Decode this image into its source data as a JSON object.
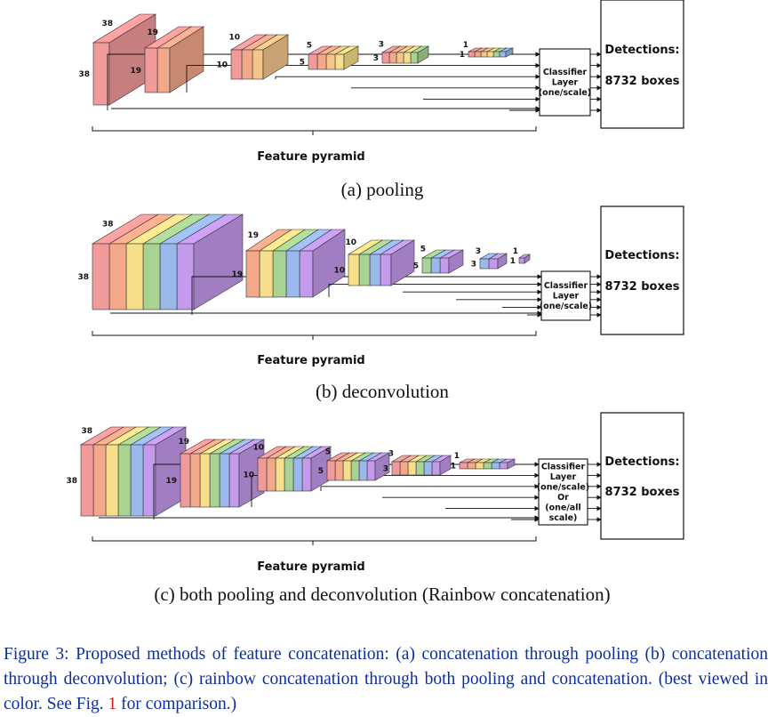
{
  "panels": [
    {
      "id": "a",
      "caption": "(a) pooling",
      "pyramid_label": "Feature pyramid",
      "classifier": [
        "Classifier",
        "Layer",
        "(one/scale)"
      ],
      "detections_title": "Detections:",
      "detections_count": "8732 boxes",
      "blocks": [
        {
          "size": "38",
          "colors": [
            "#f19a9a"
          ]
        },
        {
          "size": "19",
          "colors": [
            "#f19a9a",
            "#f3a88a"
          ]
        },
        {
          "size": "10",
          "colors": [
            "#f19a9a",
            "#f3a88a",
            "#f6c58a"
          ]
        },
        {
          "size": "5",
          "colors": [
            "#f19a9a",
            "#f3a88a",
            "#f6c58a",
            "#f7de8a"
          ]
        },
        {
          "size": "3",
          "colors": [
            "#f19a9a",
            "#f3a88a",
            "#f6c58a",
            "#f7de8a",
            "#a9d393"
          ]
        },
        {
          "size": "1",
          "colors": [
            "#f19a9a",
            "#f3a88a",
            "#f6c58a",
            "#f7de8a",
            "#a9d393",
            "#9ab8ec"
          ]
        }
      ]
    },
    {
      "id": "b",
      "caption": "(b) deconvolution",
      "pyramid_label": "Feature pyramid",
      "classifier": [
        "Classifier",
        "Layer",
        "(one/scale)"
      ],
      "detections_title": "Detections:",
      "detections_count": "8732 boxes",
      "blocks": [
        {
          "size": "38",
          "colors": [
            "#f19a9a",
            "#f3a88a",
            "#f7de8a",
            "#a9d393",
            "#9ab8ec",
            "#c49aec"
          ]
        },
        {
          "size": "19",
          "colors": [
            "#f3a88a",
            "#f7de8a",
            "#a9d393",
            "#9ab8ec",
            "#c49aec"
          ]
        },
        {
          "size": "10",
          "colors": [
            "#f7de8a",
            "#a9d393",
            "#9ab8ec",
            "#c49aec"
          ]
        },
        {
          "size": "5",
          "colors": [
            "#a9d393",
            "#9ab8ec",
            "#c49aec"
          ]
        },
        {
          "size": "3",
          "colors": [
            "#9ab8ec",
            "#c49aec"
          ]
        },
        {
          "size": "1",
          "colors": [
            "#c49aec"
          ]
        }
      ]
    },
    {
      "id": "c",
      "caption": "(c) both pooling and deconvolution (Rainbow concatenation)",
      "pyramid_label": "Feature pyramid",
      "classifier": [
        "Classifier",
        "Layer",
        "(one/scale)",
        "Or",
        "(one/all",
        "scale)"
      ],
      "detections_title": "Detections:",
      "detections_count": "8732 boxes",
      "blocks": [
        {
          "size": "38",
          "colors": [
            "#f19a9a",
            "#f3a88a",
            "#f7de8a",
            "#a9d393",
            "#9ab8ec",
            "#c49aec"
          ]
        },
        {
          "size": "19",
          "colors": [
            "#f19a9a",
            "#f3a88a",
            "#f7de8a",
            "#a9d393",
            "#9ab8ec",
            "#c49aec"
          ]
        },
        {
          "size": "10",
          "colors": [
            "#f19a9a",
            "#f3a88a",
            "#f7de8a",
            "#a9d393",
            "#9ab8ec",
            "#c49aec"
          ]
        },
        {
          "size": "5",
          "colors": [
            "#f19a9a",
            "#f3a88a",
            "#f7de8a",
            "#a9d393",
            "#9ab8ec",
            "#c49aec"
          ]
        },
        {
          "size": "3",
          "colors": [
            "#f19a9a",
            "#f3a88a",
            "#f7de8a",
            "#a9d393",
            "#9ab8ec",
            "#c49aec"
          ]
        },
        {
          "size": "1",
          "colors": [
            "#f19a9a",
            "#f3a88a",
            "#f7de8a",
            "#a9d393",
            "#9ab8ec",
            "#c49aec"
          ]
        }
      ]
    }
  ],
  "figure_caption": {
    "before_ref": "Figure 3: Proposed methods of feature concatenation: (a) concatenation through pooling (b) concatenation through deconvolution; (c) rainbow concatenation through both pooling and concatenation. (best viewed in color. See Fig. ",
    "ref": "1",
    "after_ref": " for comparison.)"
  },
  "colors": {
    "caption_text": "#0c2fa0",
    "caption_ref": "#d11a1a"
  }
}
